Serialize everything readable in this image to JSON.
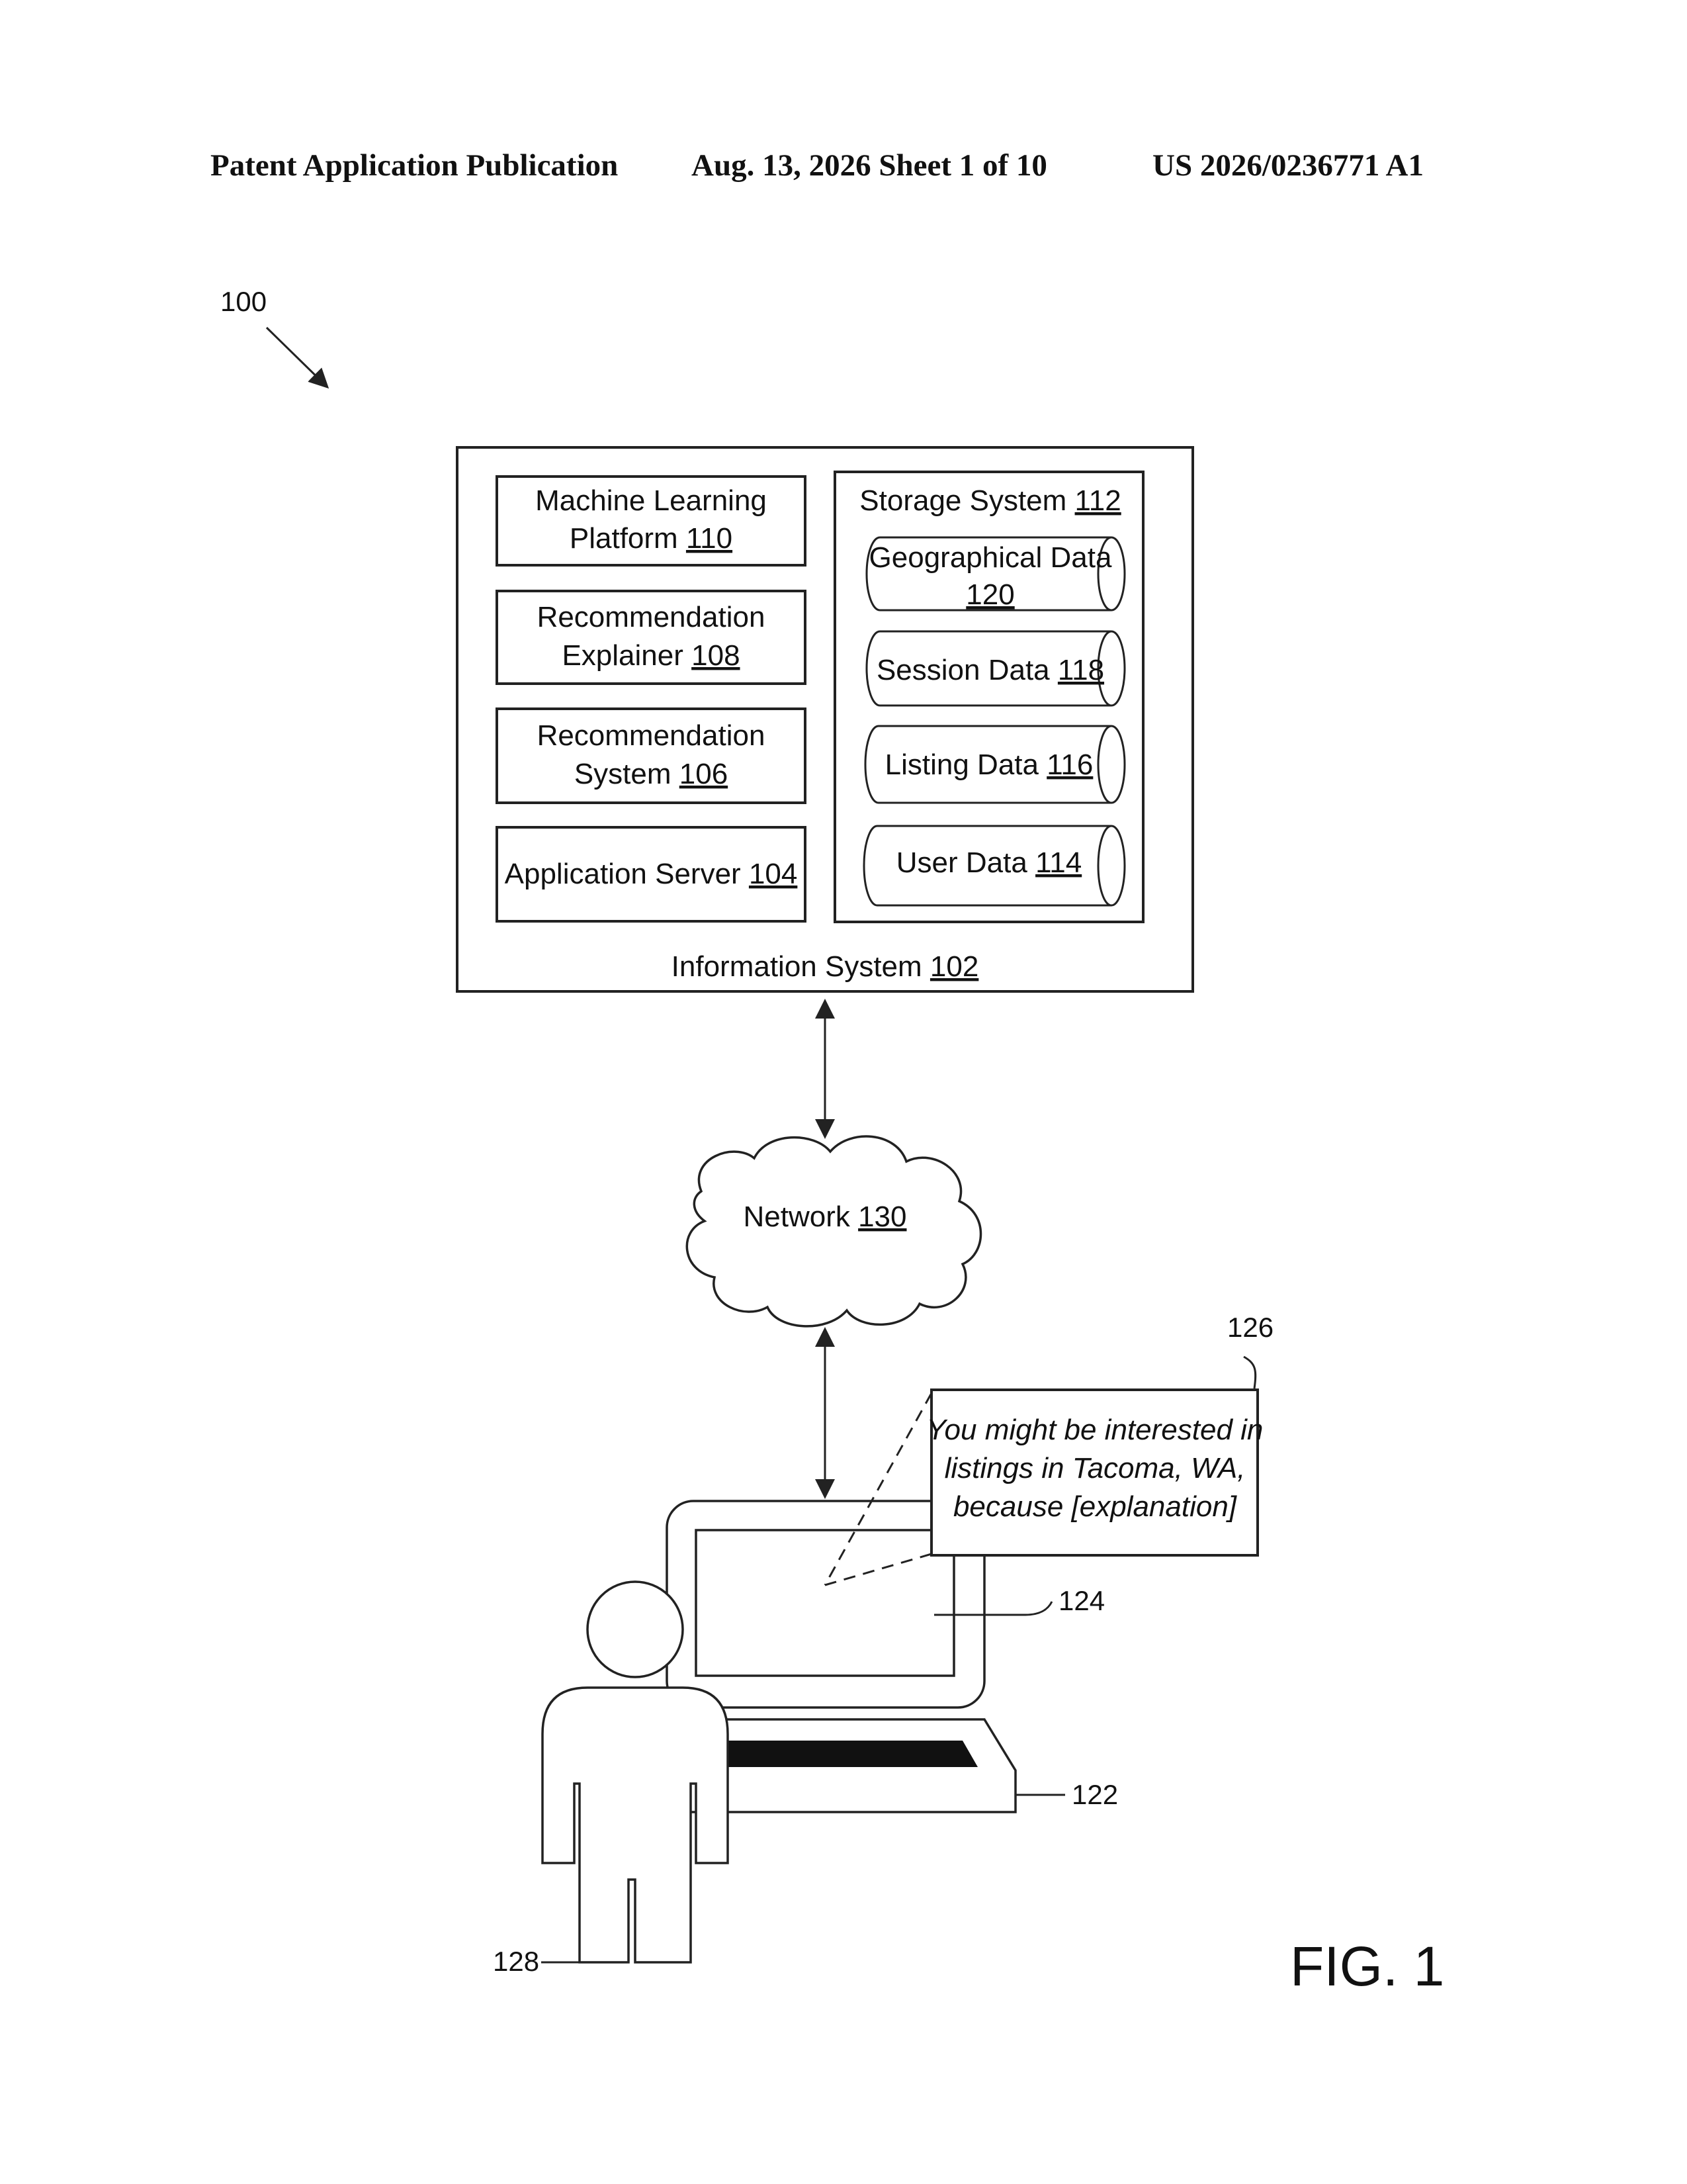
{
  "header": {
    "left": "Patent Application Publication",
    "middle": "Aug. 13, 2026  Sheet 1 of 10",
    "right": "US 2026/0236771 A1"
  },
  "figure_ref": "100",
  "information_system": {
    "label": "Information System ",
    "num": "102"
  },
  "modules": [
    {
      "line1": "Machine Learning",
      "line2": "Platform ",
      "num": "110"
    },
    {
      "line1": "Recommendation",
      "line2": "Explainer ",
      "num": "108"
    },
    {
      "line1": "Recommendation",
      "line2": "System ",
      "num": "106"
    },
    {
      "line1": "Application Server ",
      "num": "104"
    }
  ],
  "storage": {
    "title": "Storage System ",
    "num": "112",
    "stores": [
      {
        "line1": "Geographical Data",
        "num": "120"
      },
      {
        "label": "Session Data ",
        "num": "118"
      },
      {
        "label": "Listing Data ",
        "num": "116"
      },
      {
        "label": "User Data ",
        "num": "114"
      }
    ]
  },
  "network": {
    "label": "Network ",
    "num": "130"
  },
  "callout": {
    "lines": [
      "You might be interested in",
      "listings in Tacoma, WA,",
      "because [explanation]"
    ],
    "num": "126"
  },
  "refs": {
    "screen": "124",
    "device": "122",
    "user": "128"
  },
  "fig_label": "FIG. 1"
}
